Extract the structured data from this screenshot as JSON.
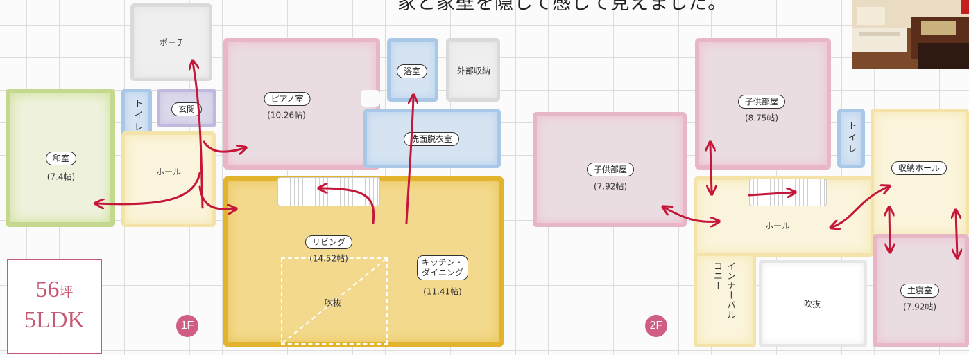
{
  "caption": "家と家壁を隠して感じて見えました。",
  "summary": {
    "area": "56",
    "area_unit": "坪",
    "layout": "5LDK"
  },
  "floor1": {
    "badge": "1F",
    "porch": "ポーチ",
    "toilet": "トイレ",
    "genkan": "玄関",
    "hall": "ホール",
    "washitsu": {
      "name": "和室",
      "size": "(7.4帖)"
    },
    "piano": {
      "name": "ピアノ室",
      "size": "(10.26帖)"
    },
    "bath": "浴室",
    "storage": "外部収納",
    "washroom": "洗面脱衣室",
    "living": {
      "name": "リビング",
      "size": "(14.52帖)"
    },
    "kitchen": {
      "name_line1": "キッチン・",
      "name_line2": "ダイニング",
      "size": "(11.41帖)"
    },
    "void": "吹抜"
  },
  "floor2": {
    "badge": "2F",
    "kids1": {
      "name": "子供部屋",
      "size": "(8.75帖)"
    },
    "kids2": {
      "name": "子供部屋",
      "size": "(7.92帖)"
    },
    "toilet": "トイレ",
    "storage_hall": "収納ホール",
    "hall": "ホール",
    "balcony": "インナーバルコニー",
    "void": "吹抜",
    "master": {
      "name": "主寝室",
      "size": "(7.92帖)"
    }
  },
  "colors": {
    "arrow": "#c4173a",
    "accent": "#d05d83"
  }
}
